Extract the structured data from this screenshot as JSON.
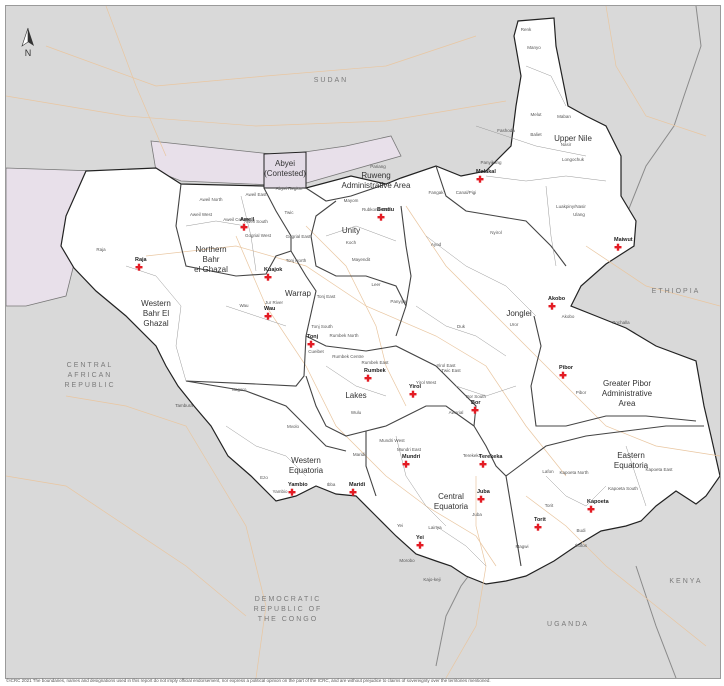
{
  "countries": {
    "sudan": "SUDAN",
    "ethiopia": "ETHIOPIA",
    "car": [
      "CENTRAL",
      "AFRICAN",
      "REPUBLIC"
    ],
    "drc": [
      "DEMOCRATIC",
      "REPUBLIC OF",
      "THE CONGO"
    ],
    "kenya": "KENYA",
    "uganda": "UGANDA"
  },
  "north_arrow": "N",
  "states": {
    "abyei": [
      "Abyei",
      "(Contested)"
    ],
    "ruweng": [
      "Ruweng",
      "Administrative Area"
    ],
    "upper_nile": "Upper Nile",
    "northern_bahr": [
      "Northern",
      "Bahr",
      "el Ghazal"
    ],
    "western_bahr": [
      "Western",
      "Bahr El",
      "Ghazal"
    ],
    "unity": "Unity",
    "warrap": "Warrap",
    "jonglei": "Jonglei",
    "lakes": "Lakes",
    "pibor": [
      "Greater Pibor",
      "Administrative",
      "Area"
    ],
    "western_eq": [
      "Western",
      "Equatoria"
    ],
    "central_eq": [
      "Central",
      "Equatoria"
    ],
    "eastern_eq": [
      "Eastern",
      "Equatoria"
    ]
  },
  "counties": [
    "Abyei Region",
    "Pariang",
    "Renk",
    "Manyo",
    "Melut",
    "Maban",
    "Fashoda",
    "Baliet",
    "Longochuk",
    "Panyikang",
    "Aweil North",
    "Aweil East",
    "Aweil West",
    "Aweil Centre",
    "Aweil South",
    "Twic",
    "Gogrial West",
    "Gogrial East",
    "Mayom",
    "Rubkona",
    "Guit",
    "Fangak",
    "Canal/Pigi",
    "Nasir",
    "Luakpiny/Nasir",
    "Ulang",
    "Koch",
    "Tonj North",
    "Mayendit",
    "Leer",
    "Ayod",
    "Nyirol",
    "Raja",
    "Wau",
    "Jur River",
    "Tonj East",
    "Tonj South",
    "Rumbek North",
    "Panyijiar",
    "Duk",
    "Uror",
    "Akobo",
    "Pochalla",
    "Cueibet",
    "Rumbek Centre",
    "Rumbek East",
    "Yirol East",
    "Yirol West",
    "Twic East",
    "Bor South",
    "Pibor",
    "Tambura",
    "Nagero",
    "Wulu",
    "Awerial",
    "Mvolo",
    "Mundri West",
    "Mundri East",
    "Terekeka",
    "Ezo",
    "Yambio",
    "Ibba",
    "Maridi",
    "Juba",
    "Lafon",
    "Kapoeta North",
    "Kapoeta East",
    "Kapoeta South",
    "Torit",
    "Budi",
    "Ikotos",
    "Magwi",
    "Kajo-keji",
    "Morobo",
    "Yei",
    "Lainya"
  ],
  "towns": [
    "Malakal",
    "Maiwut",
    "Bentiu",
    "Aweil",
    "Kuajok",
    "Raja",
    "Wau",
    "Tonj",
    "Rumbek",
    "Yirol",
    "Bor",
    "Akobo",
    "Pibor",
    "Terekeka",
    "Mundri",
    "Maridi",
    "Yambio",
    "Yei",
    "Juba",
    "Torit",
    "Kapoeta"
  ],
  "colors": {
    "neighbor": "#d9d9d9",
    "south_sudan": "#ffffff",
    "abyei_fill": "#e3dbe6",
    "contested_fill": "#e8e0ea",
    "road": "#e9c6a0",
    "border": "#333333",
    "marker": "#e31b23"
  },
  "footer": "©ICRC 2021 The boundaries, names and designations used in this report do not imply official endorsement, nor express a political opinion on the part of the ICRC, and are without prejudice to claims of sovereignty over the territories mentioned."
}
